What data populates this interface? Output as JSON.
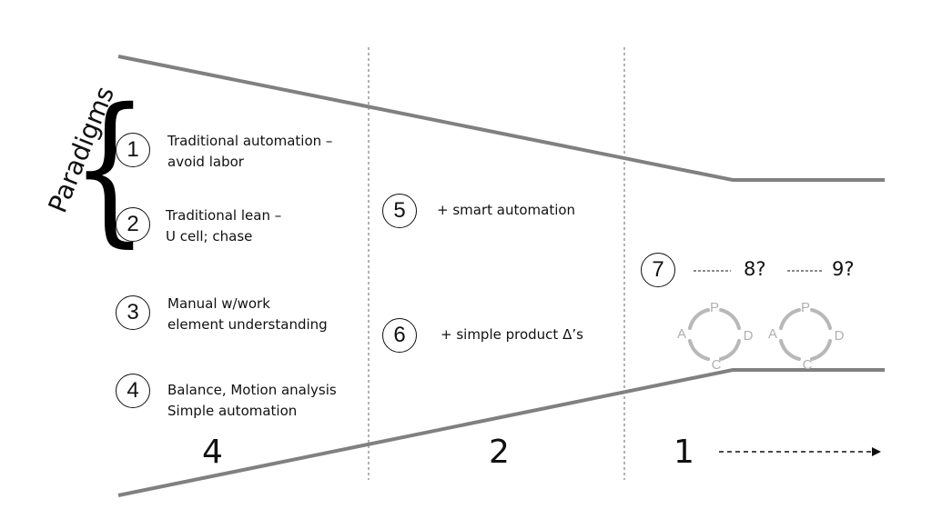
{
  "paradigms_label": "Paradigms",
  "items": [
    {
      "num": "1",
      "line1": "Traditional automation –",
      "line2": "avoid labor"
    },
    {
      "num": "2",
      "line1": "Traditional lean –",
      "line2": "U cell; chase"
    },
    {
      "num": "3",
      "line1": "Manual w/work",
      "line2": "element understanding"
    },
    {
      "num": "4",
      "line1": "Balance, Motion analysis",
      "line2": "Simple automation"
    },
    {
      "num": "5",
      "line1": "+ smart automation"
    },
    {
      "num": "6",
      "line1": "+ simple product Δ’s"
    },
    {
      "num": "7"
    }
  ],
  "future": {
    "q8": "8?",
    "q9": "9?"
  },
  "section_counts": [
    "4",
    "2",
    "1"
  ],
  "pdca": {
    "p": "P",
    "d": "D",
    "c": "C",
    "a": "A"
  },
  "colors": {
    "funnel": "#808080",
    "pdca": "#b8b8b8",
    "divider": "#888888"
  }
}
